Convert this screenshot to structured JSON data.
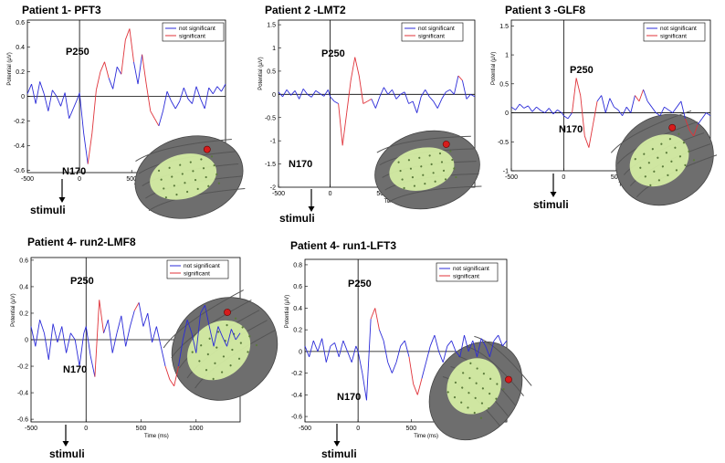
{
  "legend": {
    "not_significant": "not significant",
    "significant": "significant"
  },
  "colors": {
    "not_significant": "#2b2bd8",
    "significant": "#e0333a",
    "brain": "#6e6e6e",
    "electrode_area": "#d9f3a6",
    "electrode_marker": "#d61c1c"
  },
  "chart_data": [
    {
      "type": "line",
      "title": "Patient 1- PFT3",
      "xlabel": "Time (ms)",
      "ylabel": "Potential (µV)",
      "xlim": [
        -500,
        1400
      ],
      "ylim": [
        -0.62,
        0.62
      ],
      "xticks": [
        -500,
        0,
        500,
        1000
      ],
      "yticks": [
        -0.6,
        -0.4,
        -0.2,
        0,
        0.2,
        0.4,
        0.6
      ],
      "ytick_labels": [
        "-0.6",
        "-0.4",
        "-0.2",
        "0",
        "0.2",
        "0.4",
        "0.6"
      ],
      "annotations": [
        {
          "text": "P250",
          "x": 15,
          "y": 0.37
        },
        {
          "text": "N170",
          "x": 15,
          "y": -0.55
        },
        {
          "text": "stimuli",
          "x": 0,
          "y": -0.85
        }
      ],
      "series": [
        {
          "x": [
            -500,
            -460,
            -420,
            -380,
            -340,
            -300,
            -260,
            -220,
            -180,
            -140,
            -100,
            -60,
            -20,
            0,
            40,
            80,
            120,
            160,
            200,
            240,
            280,
            320,
            360,
            400,
            440,
            480,
            520,
            560,
            600,
            640,
            680,
            720,
            760,
            800,
            840,
            880,
            920,
            960,
            1000,
            1040,
            1080,
            1120,
            1160,
            1200,
            1240,
            1280,
            1320,
            1360,
            1400
          ],
          "y": [
            0.02,
            0.1,
            -0.06,
            0.12,
            0.02,
            -0.12,
            0.05,
            0.0,
            -0.08,
            0.03,
            -0.18,
            -0.1,
            -0.02,
            0.03,
            -0.3,
            -0.55,
            -0.3,
            0.05,
            0.2,
            0.28,
            0.15,
            0.06,
            0.24,
            0.18,
            0.46,
            0.55,
            0.28,
            0.1,
            0.34,
            0.1,
            -0.12,
            -0.18,
            -0.24,
            -0.12,
            0.04,
            -0.04,
            -0.1,
            -0.04,
            0.07,
            -0.02,
            -0.06,
            0.08,
            -0.02,
            -0.1,
            0.07,
            0.02,
            0.08,
            0.04,
            0.1
          ],
          "significant": [
            false,
            false,
            false,
            false,
            false,
            false,
            false,
            false,
            false,
            false,
            false,
            false,
            false,
            false,
            false,
            true,
            true,
            true,
            true,
            true,
            true,
            false,
            false,
            true,
            true,
            true,
            true,
            false,
            true,
            true,
            true,
            true,
            true,
            false,
            false,
            false,
            false,
            false,
            false,
            false,
            false,
            false,
            false,
            false,
            false,
            false,
            false,
            false,
            false
          ]
        }
      ]
    },
    {
      "type": "line",
      "title": "Patient 2 -LMT2",
      "xlabel": "Time (ms)",
      "ylabel": "Potential (µV)",
      "xlim": [
        -500,
        1400
      ],
      "ylim": [
        -2.0,
        1.6
      ],
      "xticks": [
        -500,
        0,
        500,
        1000
      ],
      "yticks": [
        -2,
        -1.5,
        -1,
        -0.5,
        0,
        0.5,
        1,
        1.5
      ],
      "ytick_labels": [
        "-2",
        "-1.5",
        "-1",
        "-0.5",
        "0",
        "0.5",
        "1",
        "1.5"
      ],
      "annotations": [
        {
          "text": "P250",
          "x": 60,
          "y": 1.0
        },
        {
          "text": "N170",
          "x": 15,
          "y": -1.35
        },
        {
          "text": "stimuli",
          "x": 0,
          "y": -2.25
        }
      ],
      "series": [
        {
          "x": [
            -500,
            -460,
            -420,
            -380,
            -340,
            -300,
            -260,
            -220,
            -180,
            -140,
            -100,
            -60,
            -20,
            0,
            40,
            80,
            120,
            160,
            200,
            240,
            280,
            320,
            360,
            400,
            440,
            480,
            520,
            560,
            600,
            640,
            680,
            720,
            760,
            800,
            840,
            880,
            920,
            960,
            1000,
            1040,
            1080,
            1120,
            1160,
            1200,
            1240,
            1280,
            1320,
            1360,
            1400
          ],
          "y": [
            0.05,
            -0.05,
            0.1,
            -0.02,
            0.08,
            -0.1,
            0.12,
            0.0,
            -0.06,
            0.08,
            0.02,
            -0.04,
            0.1,
            -0.05,
            -0.15,
            -0.2,
            -1.1,
            -0.4,
            0.3,
            0.8,
            0.4,
            -0.2,
            -0.15,
            -0.1,
            -0.3,
            -0.05,
            0.15,
            0.0,
            0.1,
            -0.1,
            0.0,
            0.05,
            -0.2,
            -0.15,
            -0.4,
            -0.05,
            0.1,
            -0.05,
            -0.15,
            -0.3,
            -0.1,
            0.05,
            0.1,
            0.0,
            0.4,
            0.3,
            -0.1,
            0.0,
            -0.05
          ],
          "significant": [
            false,
            false,
            false,
            false,
            false,
            false,
            false,
            false,
            false,
            false,
            false,
            false,
            false,
            false,
            false,
            true,
            true,
            true,
            true,
            true,
            true,
            true,
            true,
            true,
            false,
            false,
            false,
            false,
            false,
            false,
            false,
            false,
            false,
            false,
            true,
            false,
            false,
            false,
            false,
            false,
            false,
            false,
            false,
            false,
            true,
            true,
            false,
            false,
            false
          ]
        }
      ]
    },
    {
      "type": "line",
      "title": "Patient 3 -GLF8",
      "xlabel": "Time (ms)",
      "ylabel": "Potential (µV)",
      "xlim": [
        -500,
        1400
      ],
      "ylim": [
        -1.0,
        1.6
      ],
      "xticks": [
        -500,
        0,
        500,
        1000
      ],
      "yticks": [
        -1,
        -0.5,
        0,
        0.5,
        1,
        1.5
      ],
      "ytick_labels": [
        "-1",
        "-0.5",
        "0",
        "0.5",
        "1",
        "1.5"
      ],
      "annotations": [
        {
          "text": "P250",
          "x": 120,
          "y": 0.7
        },
        {
          "text": "N170",
          "x": 30,
          "y": -0.62
        },
        {
          "text": "stimuli",
          "x": 0,
          "y": -1.25
        }
      ],
      "series": [
        {
          "x": [
            -500,
            -460,
            -420,
            -380,
            -340,
            -300,
            -260,
            -220,
            -180,
            -140,
            -100,
            -60,
            -20,
            0,
            40,
            80,
            120,
            160,
            200,
            240,
            280,
            320,
            360,
            400,
            440,
            480,
            520,
            560,
            600,
            640,
            680,
            720,
            760,
            800,
            840,
            880,
            920,
            960,
            1000,
            1040,
            1080,
            1120,
            1160,
            1200,
            1240,
            1280,
            1320,
            1360,
            1400
          ],
          "y": [
            0.1,
            0.05,
            0.15,
            0.08,
            0.12,
            0.02,
            0.1,
            0.04,
            0.0,
            0.08,
            -0.02,
            0.05,
            0.0,
            -0.05,
            -0.1,
            0.0,
            0.6,
            0.3,
            -0.4,
            -0.6,
            -0.2,
            0.2,
            0.3,
            0.0,
            0.25,
            0.1,
            0.05,
            -0.05,
            0.1,
            0.0,
            0.3,
            0.2,
            0.4,
            0.2,
            0.1,
            0.0,
            -0.05,
            0.1,
            0.05,
            0.0,
            0.1,
            0.2,
            -0.1,
            -0.3,
            -0.4,
            -0.2,
            -0.1,
            0.0,
            -0.05
          ],
          "significant": [
            false,
            false,
            false,
            false,
            false,
            false,
            false,
            false,
            false,
            false,
            false,
            false,
            false,
            false,
            false,
            true,
            true,
            true,
            true,
            true,
            true,
            true,
            false,
            false,
            false,
            false,
            false,
            false,
            false,
            false,
            true,
            true,
            true,
            false,
            false,
            false,
            false,
            false,
            false,
            false,
            false,
            false,
            true,
            true,
            true,
            true,
            false,
            false,
            false
          ]
        }
      ]
    },
    {
      "type": "line",
      "title": "Patient 4- run2-LMF8",
      "xlabel": "Time (ms)",
      "ylabel": "Potential (µV)",
      "xlim": [
        -500,
        1400
      ],
      "ylim": [
        -0.62,
        0.62
      ],
      "xticks": [
        -500,
        0,
        500,
        1000
      ],
      "yticks": [
        -0.6,
        -0.4,
        -0.2,
        0,
        0.2,
        0.4,
        0.6
      ],
      "ytick_labels": [
        "-0.6",
        "-0.4",
        "-0.2",
        "0",
        "0.2",
        "0.4",
        "0.6"
      ],
      "annotations": [
        {
          "text": "P250",
          "x": 10,
          "y": 0.36
        },
        {
          "text": "N170",
          "x": -15,
          "y": -0.43
        },
        {
          "text": "stimuli",
          "x": 0,
          "y": -0.78
        }
      ],
      "series": [
        {
          "x": [
            -500,
            -460,
            -420,
            -380,
            -340,
            -300,
            -260,
            -220,
            -180,
            -140,
            -100,
            -60,
            -20,
            0,
            40,
            80,
            120,
            160,
            200,
            240,
            280,
            320,
            360,
            400,
            440,
            480,
            520,
            560,
            600,
            640,
            680,
            720,
            760,
            800,
            840,
            880,
            920,
            960,
            1000,
            1040,
            1080,
            1120,
            1160,
            1200,
            1240,
            1280,
            1320,
            1360,
            1400
          ],
          "y": [
            0.1,
            -0.05,
            0.15,
            0.05,
            -0.15,
            0.12,
            -0.02,
            0.1,
            -0.1,
            0.05,
            0.0,
            -0.2,
            0.05,
            0.1,
            -0.12,
            -0.28,
            0.3,
            0.05,
            0.15,
            -0.1,
            0.05,
            0.18,
            -0.05,
            0.1,
            0.22,
            0.28,
            0.1,
            0.2,
            -0.02,
            0.1,
            -0.05,
            -0.2,
            -0.3,
            -0.35,
            -0.2,
            0.0,
            0.15,
            0.05,
            -0.1,
            0.2,
            0.26,
            0.1,
            -0.05,
            0.1,
            0.02,
            -0.05,
            0.08,
            0.0,
            0.05
          ],
          "significant": [
            false,
            false,
            false,
            false,
            false,
            false,
            false,
            false,
            false,
            false,
            false,
            false,
            false,
            false,
            false,
            true,
            true,
            true,
            false,
            false,
            false,
            false,
            false,
            false,
            true,
            true,
            false,
            false,
            false,
            false,
            false,
            true,
            true,
            true,
            true,
            false,
            false,
            false,
            false,
            false,
            false,
            false,
            false,
            false,
            false,
            false,
            false,
            false,
            false
          ]
        }
      ]
    },
    {
      "type": "line",
      "title": "Patient 4- run1-LFT3",
      "xlabel": "Time (ms)",
      "ylabel": "Potential (µV)",
      "xlim": [
        -500,
        1400
      ],
      "ylim": [
        -0.65,
        0.85
      ],
      "xticks": [
        -500,
        0,
        500,
        1000
      ],
      "yticks": [
        -0.6,
        -0.4,
        -0.2,
        0,
        0.2,
        0.4,
        0.6,
        0.8
      ],
      "ytick_labels": [
        "-0.6",
        "-0.4",
        "-0.2",
        "0",
        "0.2",
        "0.4",
        "0.6",
        "0.8"
      ],
      "annotations": [
        {
          "text": "P250",
          "x": 30,
          "y": 0.56
        },
        {
          "text": "N170",
          "x": 0,
          "y": -0.58
        },
        {
          "text": "stimuli",
          "x": 0,
          "y": -0.95
        }
      ],
      "series": [
        {
          "x": [
            -500,
            -460,
            -420,
            -380,
            -340,
            -300,
            -260,
            -220,
            -180,
            -140,
            -100,
            -60,
            -20,
            0,
            40,
            80,
            120,
            160,
            200,
            240,
            280,
            320,
            360,
            400,
            440,
            480,
            520,
            560,
            600,
            640,
            680,
            720,
            760,
            800,
            840,
            880,
            920,
            960,
            1000,
            1040,
            1080,
            1120,
            1160,
            1200,
            1240,
            1280,
            1320,
            1360,
            1400
          ],
          "y": [
            0.05,
            -0.05,
            0.1,
            0.0,
            0.12,
            -0.1,
            0.05,
            0.08,
            -0.05,
            0.1,
            0.0,
            -0.1,
            0.05,
            0.0,
            -0.2,
            -0.45,
            0.3,
            0.4,
            0.2,
            0.1,
            -0.1,
            -0.2,
            -0.1,
            0.05,
            0.1,
            -0.05,
            -0.3,
            -0.4,
            -0.25,
            -0.1,
            0.05,
            0.15,
            0.0,
            -0.1,
            0.05,
            0.1,
            0.0,
            -0.05,
            0.15,
            0.0,
            0.1,
            -0.05,
            0.12,
            0.05,
            -0.05,
            0.1,
            0.15,
            0.05,
            0.1
          ],
          "significant": [
            false,
            false,
            false,
            false,
            false,
            false,
            false,
            false,
            false,
            false,
            false,
            false,
            false,
            false,
            false,
            false,
            true,
            true,
            true,
            false,
            false,
            false,
            false,
            false,
            false,
            true,
            true,
            true,
            true,
            false,
            false,
            false,
            false,
            false,
            false,
            false,
            false,
            false,
            false,
            false,
            false,
            false,
            false,
            false,
            false,
            false,
            false,
            false,
            false
          ]
        }
      ]
    }
  ]
}
